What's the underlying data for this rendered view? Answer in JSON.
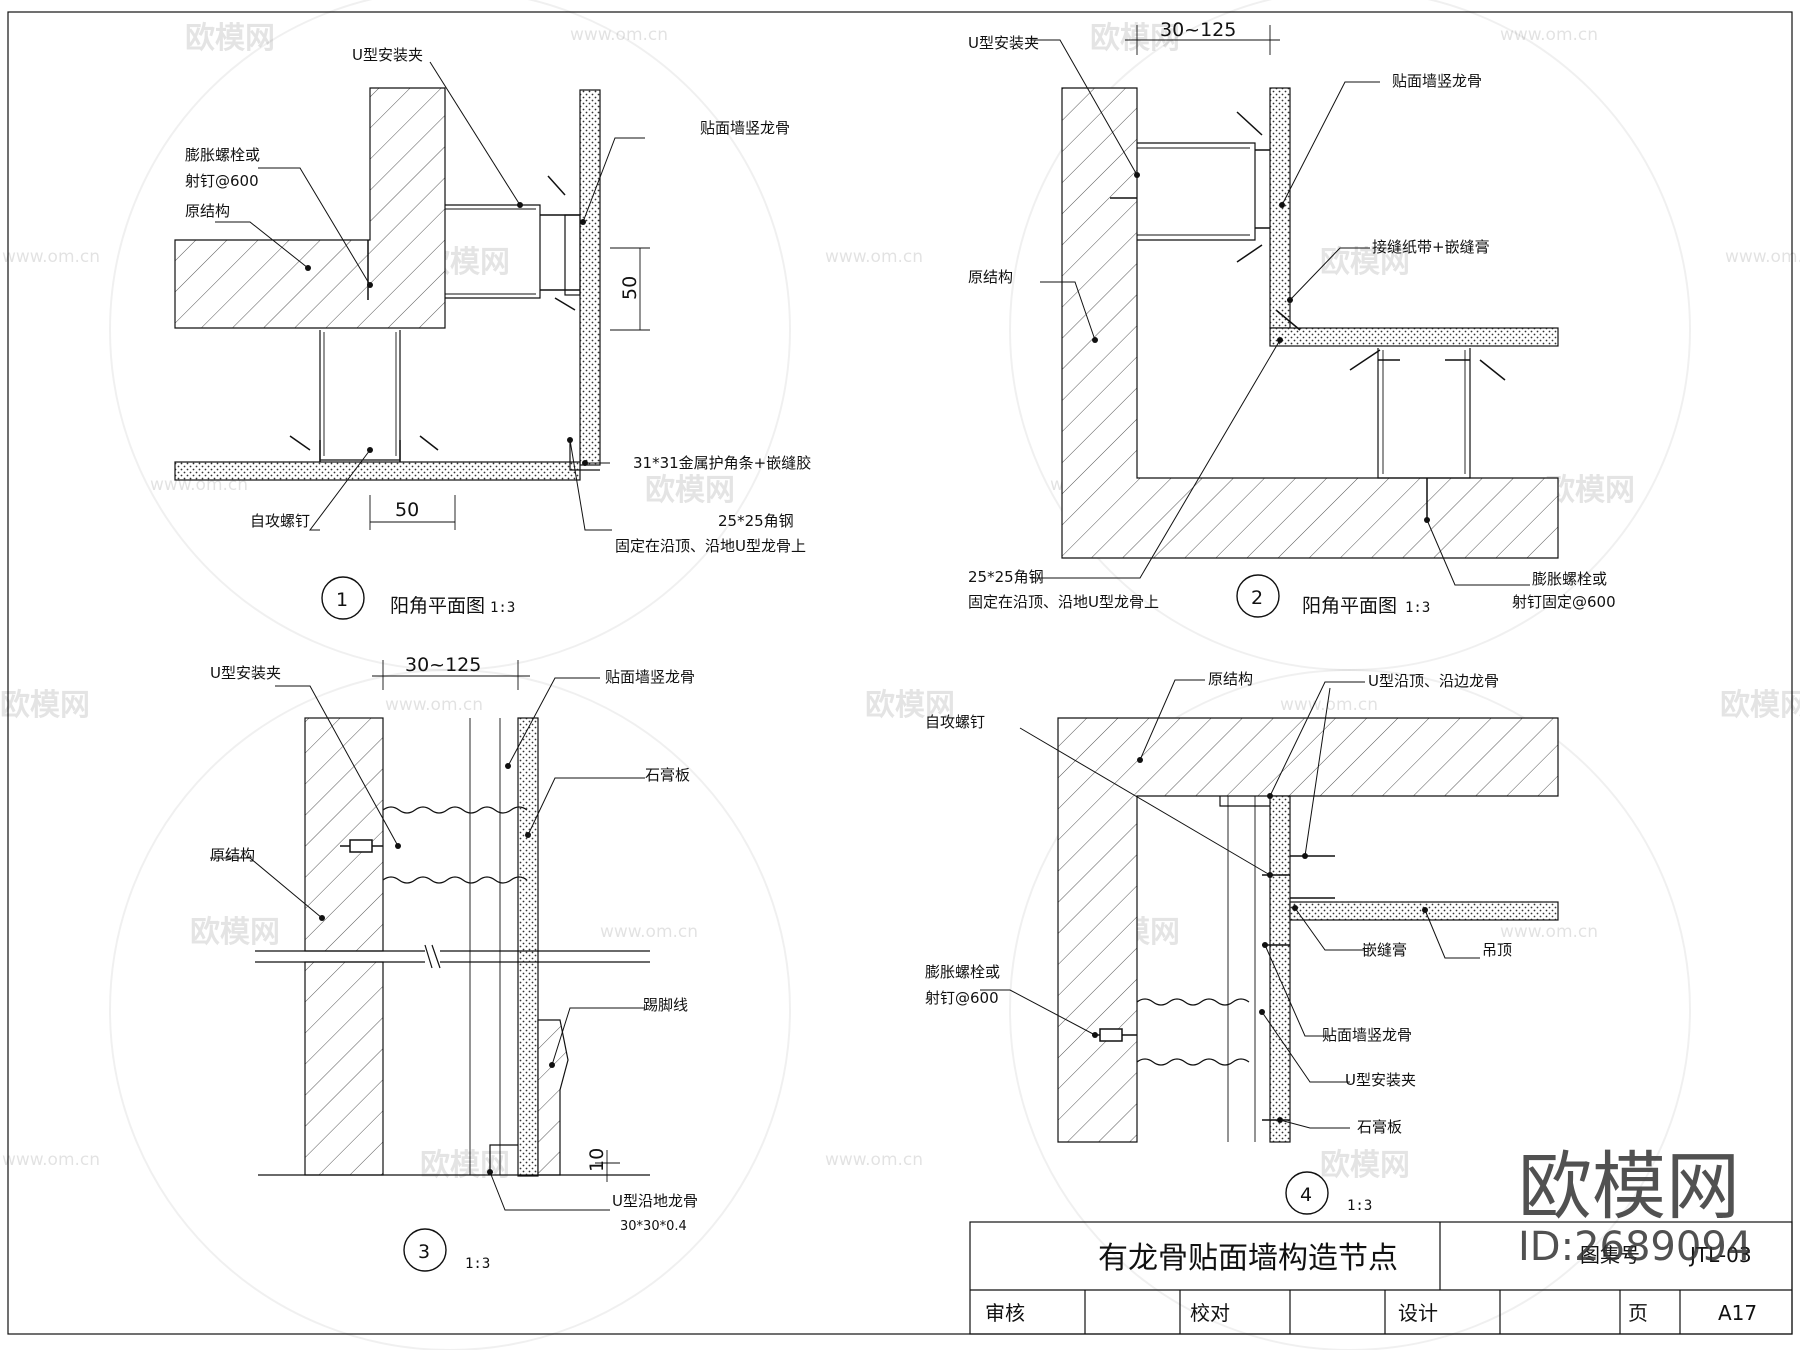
{
  "watermarks": {
    "brand": "欧模网",
    "url": "www.om.cn"
  },
  "logo": {
    "brand": "欧模网",
    "id": "ID:2689094"
  },
  "detail1": {
    "number": "1",
    "title": "阳角平面图",
    "scale": "1:3",
    "labels": {
      "clip": "U型安装夹",
      "bolt1": "膨胀螺栓或",
      "bolt2": "射钉@600",
      "structure": "原结构",
      "stud": "贴面墙竖龙骨",
      "corner": "31*31金属护角条+嵌缝胶",
      "angle1": "25*25角钢",
      "angle2": "固定在沿顶、沿地U型龙骨上",
      "screw": "自攻螺钉"
    },
    "dims": {
      "vertical": "50",
      "horizontal": "50"
    }
  },
  "detail2": {
    "number": "2",
    "title": "阳角平面图",
    "scale": "1:3",
    "labels": {
      "clip": "U型安装夹",
      "stud": "贴面墙竖龙骨",
      "tape": "接缝纸带+嵌缝膏",
      "structure": "原结构",
      "angle1": "25*25角钢",
      "angle2": "固定在沿顶、沿地U型龙骨上",
      "bolt1": "膨胀螺栓或",
      "bolt2": "射钉固定@600"
    },
    "dims": {
      "top": "30~125"
    }
  },
  "detail3": {
    "number": "3",
    "scale": "1:3",
    "labels": {
      "clip": "U型安装夹",
      "stud": "贴面墙竖龙骨",
      "gypsum": "石膏板",
      "structure": "原结构",
      "skirting": "踢脚线",
      "track1": "U型沿地龙骨",
      "track2": "30*30*0.4"
    },
    "dims": {
      "top": "30~125",
      "bottom": "10"
    }
  },
  "detail4": {
    "number": "4",
    "scale": "1:3",
    "labels": {
      "structure": "原结构",
      "track": "U型沿顶、沿边龙骨",
      "screw": "自攻螺钉",
      "filler": "嵌缝膏",
      "ceiling": "吊顶",
      "bolt1": "膨胀螺栓或",
      "bolt2": "射钉@600",
      "stud": "贴面墙竖龙骨",
      "clip": "U型安装夹",
      "gypsum": "石膏板"
    }
  },
  "titleblock": {
    "title": "有龙骨贴面墙构造节点",
    "atlas_label": "图集号",
    "atlas_value": "JTL-03",
    "review": "审核",
    "check": "校对",
    "design": "设计",
    "page_label": "页",
    "page_value": "A17"
  }
}
